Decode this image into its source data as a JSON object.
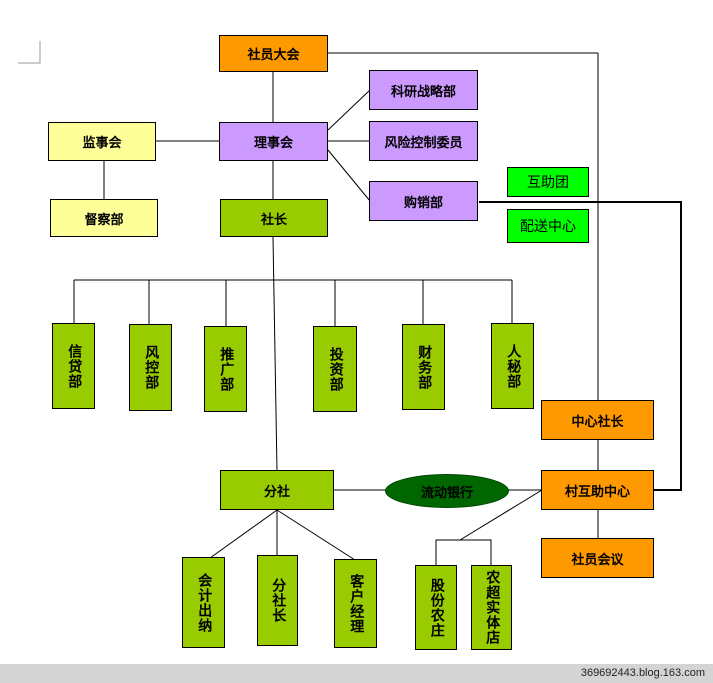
{
  "nodes": {
    "member_assembly": "社员大会",
    "research_dept": "科研战略部",
    "board": "理事会",
    "supervisory_board": "监事会",
    "risk_committee": "风险控制委员",
    "inspection_dept": "督察部",
    "purchasing_dept": "购销部",
    "mutual_aid_group": "互助团",
    "president": "社长",
    "delivery_center": "配送中心",
    "credit_dept": "信贷部",
    "risk_control_dept": "风控部",
    "promotion_dept": "推广部",
    "investment_dept": "投资部",
    "finance_dept": "财务部",
    "hr_secretary_dept": "人秘部",
    "center_president": "中心社长",
    "branch": "分社",
    "mobile_bank": "流动银行",
    "village_center": "村互助中心",
    "member_meeting": "社员会议",
    "accounting_cashier": "会计出纳",
    "branch_president": "分社长",
    "account_manager": "客户经理",
    "joint_stock_farm": "股份农庄",
    "supermarket_store": "农超实体店"
  },
  "colors": {
    "orange": "#ff9900",
    "purple": "#cc99ff",
    "yellow": "#ffff99",
    "olive": "#99cc00",
    "bright_green": "#00ff00",
    "dark_green": "#006600"
  },
  "footer": {
    "watermark": "369692443.blog.163.com"
  }
}
